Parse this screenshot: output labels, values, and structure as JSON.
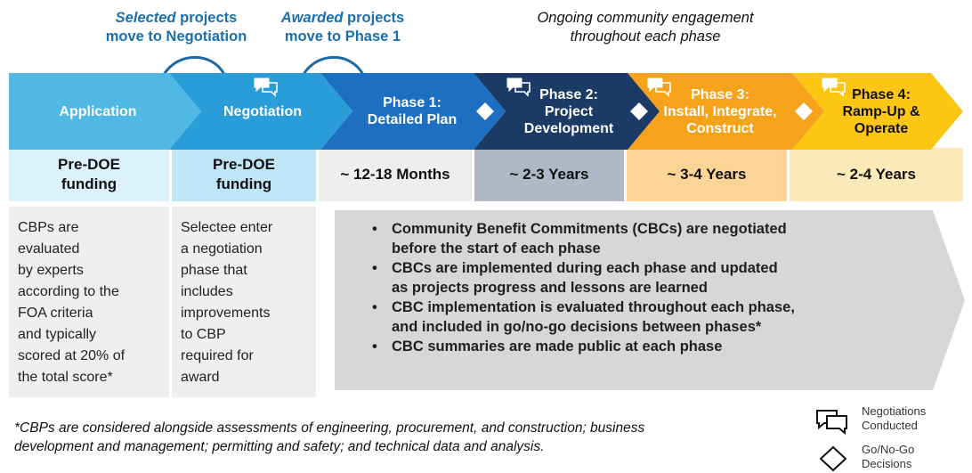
{
  "top_notes": {
    "selected": {
      "em": "Selected",
      "rest_line1": " projects",
      "line2": "move to Negotiation"
    },
    "awarded": {
      "em": "Awarded",
      "rest_line1": " projects",
      "line2": "move to Phase 1"
    },
    "ongoing": {
      "line1": "Ongoing community engagement",
      "line2": "throughout each phase"
    }
  },
  "phases": [
    {
      "label": "Application",
      "color": "#4fb8e4"
    },
    {
      "label": "Negotiation",
      "color": "#2a9dd8"
    },
    {
      "label": "Phase 1:\nDetailed Plan",
      "color": "#1d6fc1"
    },
    {
      "label": "Phase 2:\nProject\nDevelopment",
      "color": "#1b3a66"
    },
    {
      "label": "Phase 3:\nInstall, Integrate,\nConstruct",
      "color": "#f7a21b"
    },
    {
      "label": "Phase 4:\nRamp-Up &\nOperate",
      "color": "#fcc613"
    }
  ],
  "durations": [
    {
      "text": "Pre-DOE\nfunding",
      "color": "#dbf1fb"
    },
    {
      "text": "Pre-DOE\nfunding",
      "color": "#bfe6f7"
    },
    {
      "text": "~ 12-18 Months",
      "color": "#eeeeee"
    },
    {
      "text": "~ 2-3 Years",
      "color": "#b0b8c6"
    },
    {
      "text": "~ 3-4 Years",
      "color": "#fcd596"
    },
    {
      "text": "~ 2-4 Years",
      "color": "#fde9b8"
    }
  ],
  "descriptions": {
    "application": "CBPs are\nevaluated\nby experts\naccording to the\nFOA criteria\nand typically\nscored at 20% of\nthe total score*",
    "negotiation": "Selectee enter\na negotiation\nphase that\nincludes\nimprovements\nto CBP\nrequired for\naward"
  },
  "cbc_bullets": [
    "Community Benefit Commitments (CBCs) are negotiated\nbefore the start of each phase",
    "CBCs are implemented during each phase and updated\nas projects progress and lessons are learned",
    "CBC implementation is evaluated throughout each phase,\nand included in go/no-go decisions between phases*",
    "CBC summaries are made public at each phase"
  ],
  "footnote": "*CBPs are considered alongside assessments of engineering, procurement, and construction; business\ndevelopment and management; permitting and safety; and technical data and analysis.",
  "legend": {
    "negotiations": "Negotiations\nConducted",
    "gonogo": "Go/No-Go\nDecisions"
  },
  "icons": [
    "speech-bubbles-icon",
    "diamond-icon",
    "curved-arrow-icon"
  ]
}
